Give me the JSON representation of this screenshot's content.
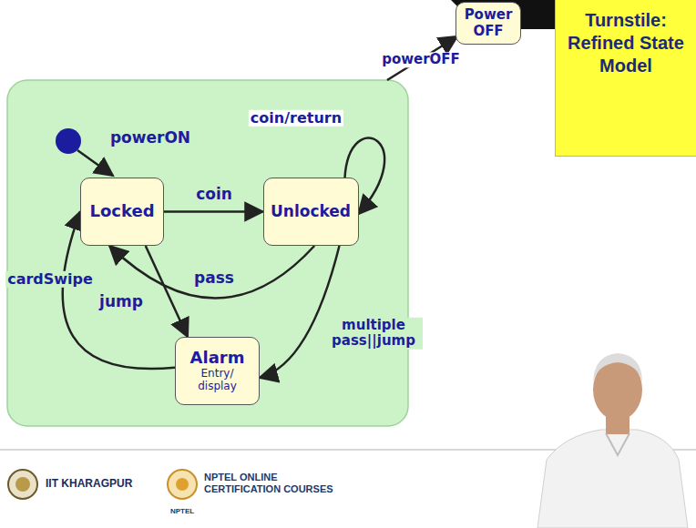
{
  "diagram": {
    "title": "Turnstile: Refined State Model",
    "nodes": [
      {
        "text": [
          "Locked"
        ]
      },
      {
        "text": [
          "Unlocked"
        ]
      },
      {
        "text": [
          "Alarm",
          "Entry/ display"
        ]
      },
      {
        "text": [
          "Power OFF"
        ]
      }
    ],
    "edges": [
      {
        "from": 0,
        "to": 1,
        "label": "coin",
        "arrow": "to"
      },
      {
        "from": 1,
        "to": 1,
        "label": "coin/return",
        "arrow": "to"
      },
      {
        "from": 1,
        "to": 0,
        "label": "pass",
        "arrow": "to"
      },
      {
        "from": 2,
        "to": 0,
        "label": "cardSwipe",
        "arrow": "to"
      },
      {
        "from": 0,
        "to": 2,
        "label": "jump",
        "arrow": "to"
      },
      {
        "from": 1,
        "to": 2,
        "label": "multiple pass||jump",
        "arrow": "to"
      }
    ],
    "labels": [
      "powerON",
      "powerOFF",
      "IIT KHARAGPUR",
      "NPTEL ONLINE CERTIFICATION COURSES",
      "NPTEL"
    ]
  }
}
